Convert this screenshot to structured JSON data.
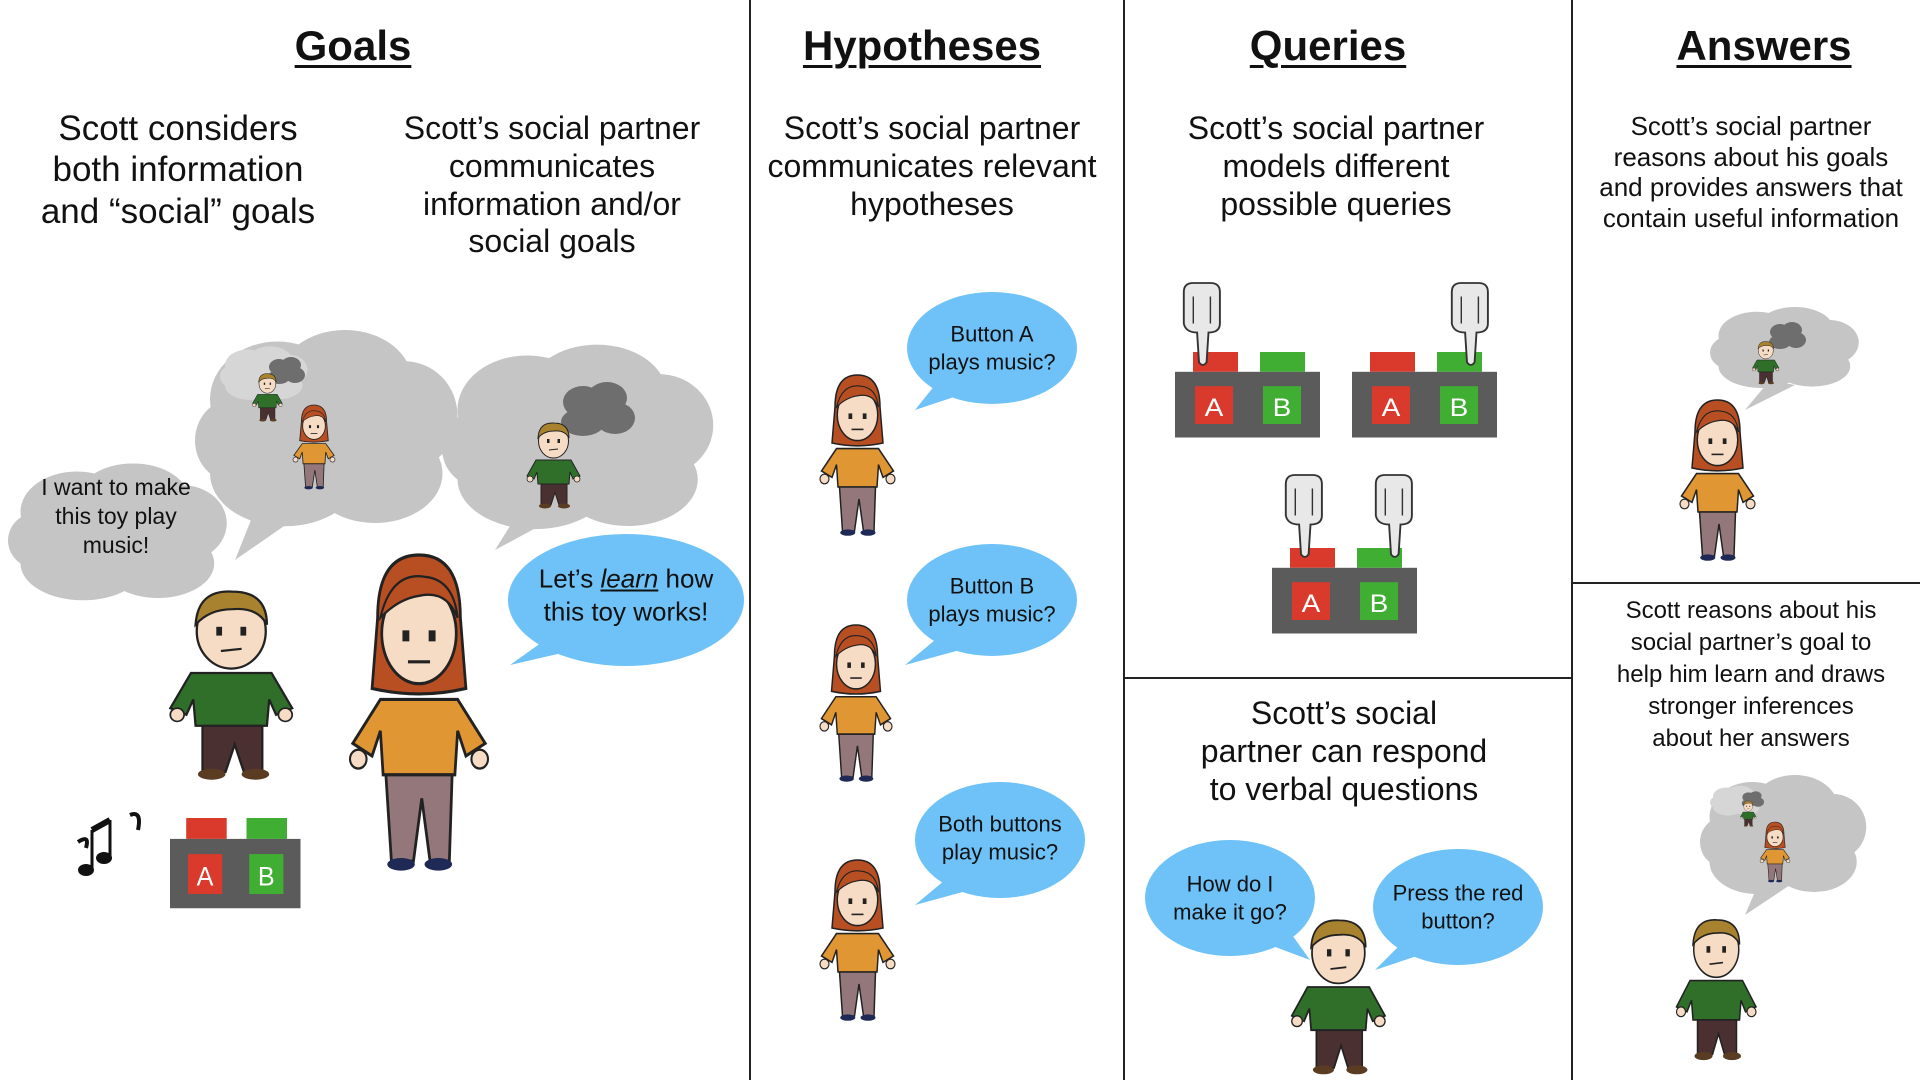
{
  "columns": {
    "goals": {
      "title": "Goals",
      "scott_desc": [
        "Scott considers",
        "both information",
        "and “social” goals"
      ],
      "partner_desc": [
        "Scott’s social partner",
        "communicates",
        "information and/or",
        "social goals"
      ],
      "scott_thought": [
        "I want to make",
        "this toy play",
        "music!"
      ],
      "partner_speech": {
        "before": "Let’s ",
        "emphasis": "learn",
        "after": " how",
        "line2": "this toy works!"
      }
    },
    "hypotheses": {
      "title": "Hypotheses",
      "desc": [
        "Scott’s social partner",
        "communicates relevant",
        "hypotheses"
      ],
      "bubbles": [
        [
          "Button A",
          "plays music?"
        ],
        [
          "Button B",
          "plays music?"
        ],
        [
          "Both buttons",
          "play music?"
        ]
      ]
    },
    "queries": {
      "title": "Queries",
      "desc": [
        "Scott’s social partner",
        "models different",
        "possible queries"
      ],
      "verbal_desc": [
        "Scott’s social",
        "partner can respond",
        "to verbal questions"
      ],
      "scott_question": [
        "How do I",
        "make it go?"
      ],
      "alt_question": [
        "Press the red",
        "button?"
      ]
    },
    "answers": {
      "title": "Answers",
      "desc": [
        "Scott’s social partner",
        "reasons about his goals",
        "and provides answers that",
        "contain useful information"
      ],
      "desc2": [
        "Scott reasons about his",
        "social partner’s goal to",
        "help him learn and draws",
        "stronger inferences",
        "about her answers"
      ]
    }
  },
  "toy": {
    "button_a": "A",
    "button_b": "B"
  },
  "colors": {
    "speech_bubble": "#6ec2f7",
    "thought_cloud": "#c5c5c5",
    "dark_cloud": "#6e6e6e",
    "toy_body": "#5b5b5b",
    "red_button": "#d93a2b",
    "green_button": "#3fae32",
    "boy_shirt": "#2f6f2a",
    "girl_shirt": "#e09632",
    "hair_girl": "#b84f22",
    "hair_boy": "#a8822e"
  }
}
